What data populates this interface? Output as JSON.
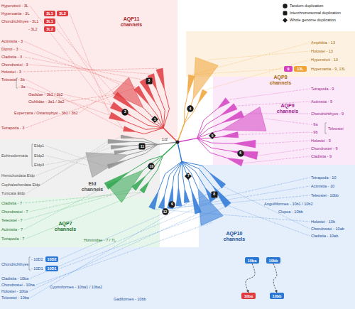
{
  "diagram": {
    "nodes": [
      {
        "text": [
          "3L1"
        ]
      },
      {
        "text": [
          "3L2"
        ]
      },
      {
        "text": [
          "3L1"
        ]
      },
      {
        "text": [
          "3L2"
        ]
      },
      {
        "text": [
          "9"
        ]
      },
      {
        "text": [
          "13L"
        ]
      },
      {
        "text": [
          "10D2"
        ]
      },
      {
        "text": [
          "10D1"
        ]
      },
      {
        "text": [
          "10ba"
        ]
      },
      {
        "text": [
          "10bb"
        ]
      },
      {
        "text": [
          "10ba"
        ]
      },
      {
        "text": [
          "10bb"
        ]
      },
      {
        "text": [
          "1"
        ]
      },
      {
        "text": [
          "2"
        ]
      },
      {
        "text": [
          "3"
        ]
      },
      {
        "text": [
          "4"
        ]
      },
      {
        "text": [
          "5"
        ]
      },
      {
        "text": [
          "6"
        ]
      },
      {
        "text": [
          "7"
        ]
      },
      {
        "text": [
          "8"
        ]
      },
      {
        "text": [
          "9"
        ]
      },
      {
        "text": [
          "10"
        ]
      },
      {
        "text": [
          "11"
        ]
      },
      {
        "text": [
          "12"
        ]
      }
    ],
    "edges": [
      {
        "from": 8,
        "to": 10,
        "arrow": "to"
      },
      {
        "from": 9,
        "to": 11,
        "arrow": "to"
      }
    ],
    "labels": [
      "Hyperotreti - 3L",
      "Hyperoartia - 3L",
      "Chondrichthyes - 3L1",
      "- 3L2",
      "Actinistia - 3",
      "Dipnoi - 3",
      "Cladistia - 3",
      "Chondrostei - 3",
      "Holostei - 3",
      "Teleostei - 3b",
      "- 3a",
      "Gadidae - 3b1 / 3b2",
      "Cichlidae - 3a1 / 3a2",
      "Eupercaria / Ostariophysi - 3b1 / 3b2",
      "Tetrapoda - 3",
      "Echinodermata",
      "Eldp1",
      "Eldp2",
      "Eldp3",
      "Hemichordata Eldp",
      "Cephalochordata Eldp",
      "Tunicata Eldp",
      "Cladistia - 7",
      "Chondrostei - 7",
      "Teleostei - 7",
      "Actinistia - 7",
      "Tetrapoda - 7",
      "Hominidae - 7 / 7L",
      "Chondrichthyes",
      "- 10D2",
      "- 10D1",
      "Cladistia - 10ba",
      "Chondrostei - 10ba",
      "Holostei - 10ba",
      "Teleostei - 10ba",
      "Cypriniformes - 10ba1 / 10ba2",
      "Gadiformes - 10bb",
      "Amphibia - 13",
      "Holostei - 13",
      "Hyperotreti - 13",
      "Hyperoartia - 9, 13L",
      "Tetrapoda - 9",
      "Actinistia - 9",
      "Chondrichthyes - 9",
      "- 9a",
      "- 9b",
      "Teleostei",
      "Holostei - 9",
      "Chondrostei - 9",
      "Cladistia - 9",
      "Tetrapoda - 10",
      "Actinistia - 10",
      "Teleostei - 10bb",
      "Anguilliformes - 10b1 / 10b2",
      "Clupea - 10bb",
      "Holostei - 10b",
      "Chondrostei - 10ab",
      "Cladistia - 10ab",
      "AQP11 channels",
      "AQP8 channels",
      "AQP9 channels",
      "AQP10 channels",
      "AQP7 channels",
      "Eld channels",
      "1/2"
    ],
    "legend": [
      {
        "text": "Tandem duplication"
      },
      {
        "text": "Interchromosomal duplication"
      },
      {
        "text": "Whole genome duplication"
      }
    ]
  }
}
